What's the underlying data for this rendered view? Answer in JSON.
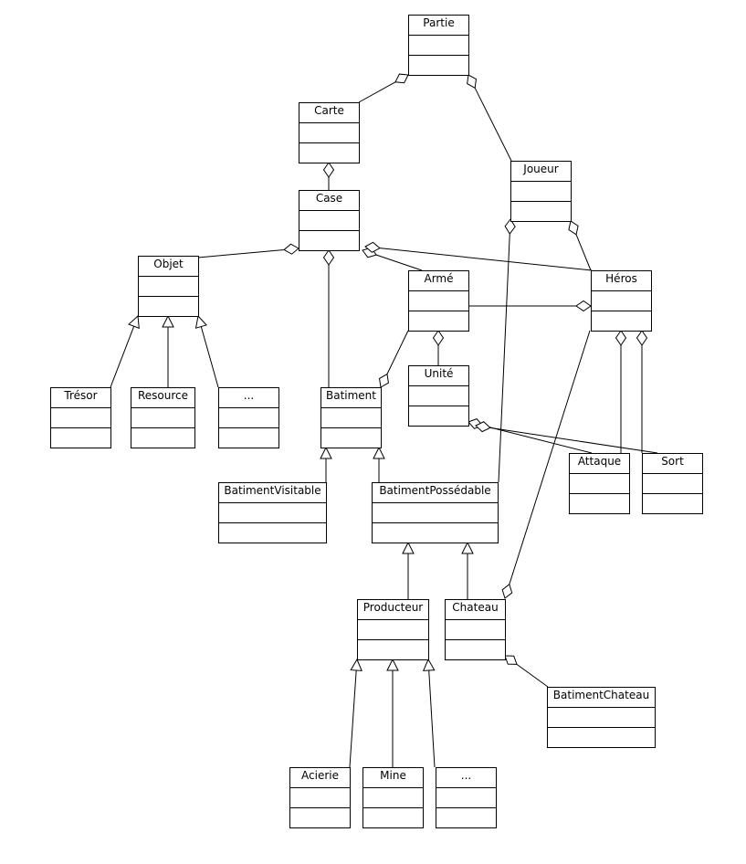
{
  "diagram": {
    "classes": [
      {
        "id": "partie",
        "name": "Partie"
      },
      {
        "id": "carte",
        "name": "Carte"
      },
      {
        "id": "joueur",
        "name": "Joueur"
      },
      {
        "id": "case",
        "name": "Case"
      },
      {
        "id": "objet",
        "name": "Objet"
      },
      {
        "id": "arme",
        "name": "Armé"
      },
      {
        "id": "heros",
        "name": "Héros"
      },
      {
        "id": "unite",
        "name": "Unité"
      },
      {
        "id": "tresor",
        "name": "Trésor"
      },
      {
        "id": "resource",
        "name": "Resource"
      },
      {
        "id": "objet_etc",
        "name": "..."
      },
      {
        "id": "batiment",
        "name": "Batiment"
      },
      {
        "id": "attaque",
        "name": "Attaque"
      },
      {
        "id": "sort",
        "name": "Sort"
      },
      {
        "id": "batiment_visitable",
        "name": "BatimentVisitable"
      },
      {
        "id": "batiment_possedable",
        "name": "BatimentPossédable"
      },
      {
        "id": "producteur",
        "name": "Producteur"
      },
      {
        "id": "chateau",
        "name": "Chateau"
      },
      {
        "id": "batiment_chateau",
        "name": "BatimentChateau"
      },
      {
        "id": "acierie",
        "name": "Acierie"
      },
      {
        "id": "mine",
        "name": "Mine"
      },
      {
        "id": "producteur_etc",
        "name": "..."
      }
    ],
    "relations": [
      {
        "type": "aggregation",
        "whole": "partie",
        "part": "carte"
      },
      {
        "type": "aggregation",
        "whole": "partie",
        "part": "joueur"
      },
      {
        "type": "aggregation",
        "whole": "carte",
        "part": "case"
      },
      {
        "type": "aggregation",
        "whole": "case",
        "part": "objet"
      },
      {
        "type": "aggregation",
        "whole": "case",
        "part": "batiment"
      },
      {
        "type": "aggregation",
        "whole": "case",
        "part": "arme"
      },
      {
        "type": "aggregation",
        "whole": "case",
        "part": "heros"
      },
      {
        "type": "aggregation",
        "whole": "joueur",
        "part": "heros"
      },
      {
        "type": "aggregation",
        "whole": "joueur",
        "part": "batiment_possedable"
      },
      {
        "type": "aggregation",
        "whole": "heros",
        "part": "arme"
      },
      {
        "type": "aggregation",
        "whole": "arme",
        "part": "unite"
      },
      {
        "type": "aggregation",
        "whole": "batiment",
        "part": "arme"
      },
      {
        "type": "aggregation",
        "whole": "unite",
        "part": "attaque"
      },
      {
        "type": "aggregation",
        "whole": "unite",
        "part": "sort"
      },
      {
        "type": "aggregation",
        "whole": "heros",
        "part": "attaque"
      },
      {
        "type": "aggregation",
        "whole": "heros",
        "part": "sort"
      },
      {
        "type": "aggregation",
        "whole": "chateau",
        "part": "heros"
      },
      {
        "type": "aggregation",
        "whole": "chateau",
        "part": "batiment_chateau"
      },
      {
        "type": "generalization",
        "child": "tresor",
        "parent": "objet"
      },
      {
        "type": "generalization",
        "child": "resource",
        "parent": "objet"
      },
      {
        "type": "generalization",
        "child": "objet_etc",
        "parent": "objet"
      },
      {
        "type": "generalization",
        "child": "batiment_visitable",
        "parent": "batiment"
      },
      {
        "type": "generalization",
        "child": "batiment_possedable",
        "parent": "batiment"
      },
      {
        "type": "generalization",
        "child": "producteur",
        "parent": "batiment_possedable"
      },
      {
        "type": "generalization",
        "child": "chateau",
        "parent": "batiment_possedable"
      },
      {
        "type": "generalization",
        "child": "acierie",
        "parent": "producteur"
      },
      {
        "type": "generalization",
        "child": "mine",
        "parent": "producteur"
      },
      {
        "type": "generalization",
        "child": "producteur_etc",
        "parent": "producteur"
      }
    ]
  }
}
